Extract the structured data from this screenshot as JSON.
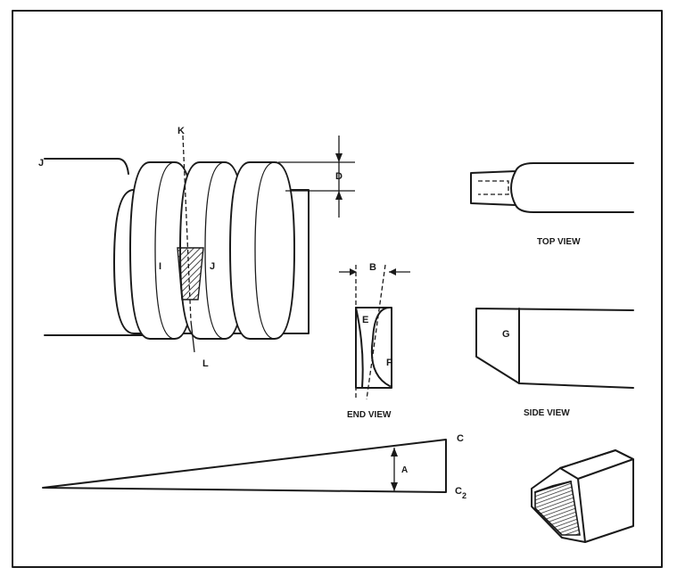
{
  "labels": {
    "top_view": "TOP VIEW",
    "side_view": "SIDE VIEW",
    "end_view": "END VIEW",
    "d": "D",
    "k": "K",
    "l": "L",
    "i": "I",
    "j_left": "J",
    "j_mid": "J",
    "b": "B",
    "e": "E",
    "f": "F",
    "g": "G",
    "angle": "A",
    "c": "C",
    "c2_base": "C",
    "c2_sub": "2"
  }
}
